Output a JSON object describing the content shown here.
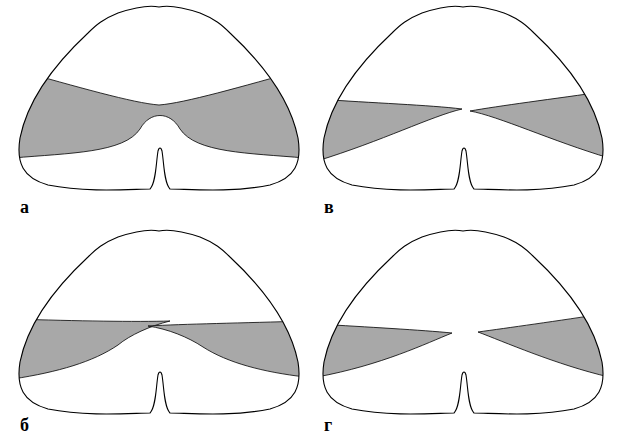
{
  "diagram": {
    "labels": [
      "а",
      "в",
      "б",
      "г"
    ]
  }
}
